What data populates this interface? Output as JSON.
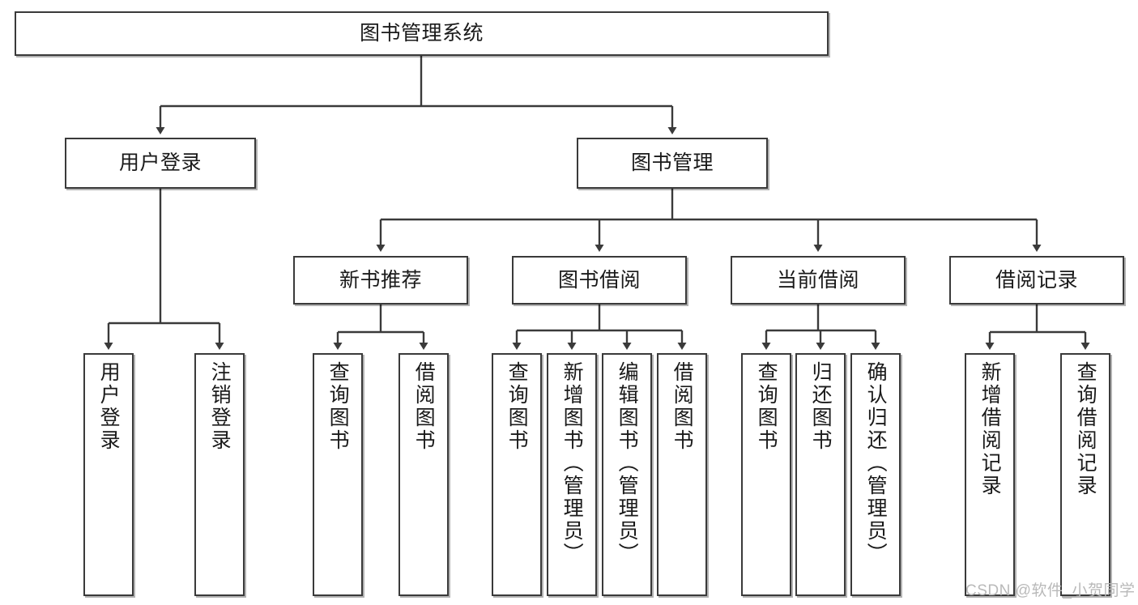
{
  "diagram": {
    "type": "tree-hierarchy-chart",
    "title_node": "图书管理系统",
    "watermark": "CSDN @软件_小贺同学",
    "colors": {
      "box_border": "#3a3a3a",
      "box_fill": "#ffffff",
      "edge": "#3a3a3a",
      "text": "#1a1a1a",
      "watermark": "#b9b9b9"
    },
    "nodes": {
      "root": {
        "label": "图书管理系统"
      },
      "level2": [
        {
          "id": "user-login",
          "label": "用户登录"
        },
        {
          "id": "book-management",
          "label": "图书管理"
        }
      ],
      "level3": [
        {
          "id": "new-book-recommend",
          "label": "新书推荐"
        },
        {
          "id": "book-borrow",
          "label": "图书借阅"
        },
        {
          "id": "current-borrow",
          "label": "当前借阅"
        },
        {
          "id": "borrow-record",
          "label": "借阅记录"
        }
      ],
      "leaves": {
        "user_login": [
          {
            "id": "leaf-user-login",
            "label": "用户登录"
          },
          {
            "id": "leaf-logout-login",
            "label": "注销登录"
          }
        ],
        "new_book_recommend": [
          {
            "id": "leaf-query-book-1",
            "label": "查询图书"
          },
          {
            "id": "leaf-borrow-book-1",
            "label": "借阅图书"
          }
        ],
        "book_borrow": [
          {
            "id": "leaf-query-book-2",
            "label": "查询图书"
          },
          {
            "id": "leaf-add-book",
            "label": "新增图书（管理员）"
          },
          {
            "id": "leaf-edit-book",
            "label": "编辑图书（管理员）"
          },
          {
            "id": "leaf-borrow-book-2",
            "label": "借阅图书"
          }
        ],
        "current_borrow": [
          {
            "id": "leaf-query-book-3",
            "label": "查询图书"
          },
          {
            "id": "leaf-return-book",
            "label": "归还图书"
          },
          {
            "id": "leaf-confirm-return",
            "label": "确认归还（管理员）"
          }
        ],
        "borrow_record": [
          {
            "id": "leaf-add-borrow-record",
            "label": "新增借阅记录"
          },
          {
            "id": "leaf-query-borrow-record",
            "label": "查询借阅记录"
          }
        ]
      }
    }
  }
}
